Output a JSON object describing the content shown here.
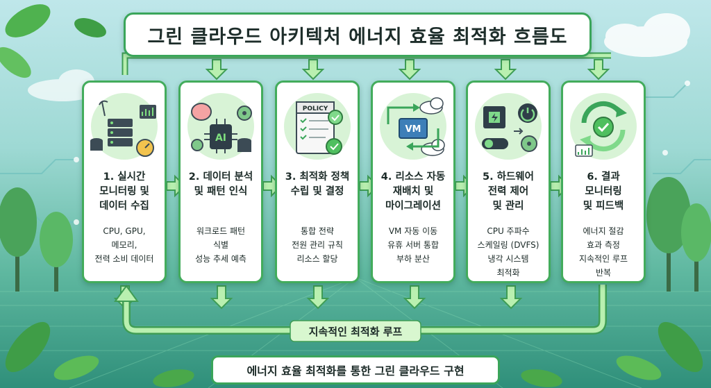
{
  "title": "그린 클라우드 아키텍처 에너지 효율 최적화 흐름도",
  "steps": [
    {
      "title": "1. 실시간\n모니터링 및\n데이터 수집",
      "desc": "CPU, GPU,\n메모리,\n전력 소비 데이터",
      "icon": "server-monitoring-icon"
    },
    {
      "title": "2. 데이터 분석\n및 패턴 인식",
      "desc": "워크로드 패턴\n식별\n성능 추세 예측",
      "icon": "ai-chip-icon",
      "icon_text": "AI"
    },
    {
      "title": "3. 최적화 정책\n수립 및 결정",
      "desc": "통합 전략\n전원 관리 규칙\n리소스 할당",
      "icon": "policy-document-icon",
      "icon_text": "POLICY"
    },
    {
      "title": "4. 리소스 자동\n재배치 및\n마이그레이션",
      "desc": "VM 자동 이동\n유휴 서버 통합\n부하 분산",
      "icon": "vm-migration-icon",
      "icon_text": "VM"
    },
    {
      "title": "5. 하드웨어\n전력 제어\n및 관리",
      "desc": "CPU 주파수\n스케일링 (DVFS)\n냉각 시스템\n최적화",
      "icon": "power-control-icon"
    },
    {
      "title": "6. 결과\n모니터링\n및 피드백",
      "desc": "에너지 절감\n효과 측정\n지속적인 루프\n반복",
      "icon": "feedback-cycle-icon"
    }
  ],
  "loop_label": "지속적인 최적화 루프",
  "footer": "에너지 효율 최적화를 통한 그린 클라우드 구현",
  "colors": {
    "accent": "#43ac5c",
    "arrow": "#b9f0b0",
    "arrow_stroke": "#3f9d55"
  }
}
